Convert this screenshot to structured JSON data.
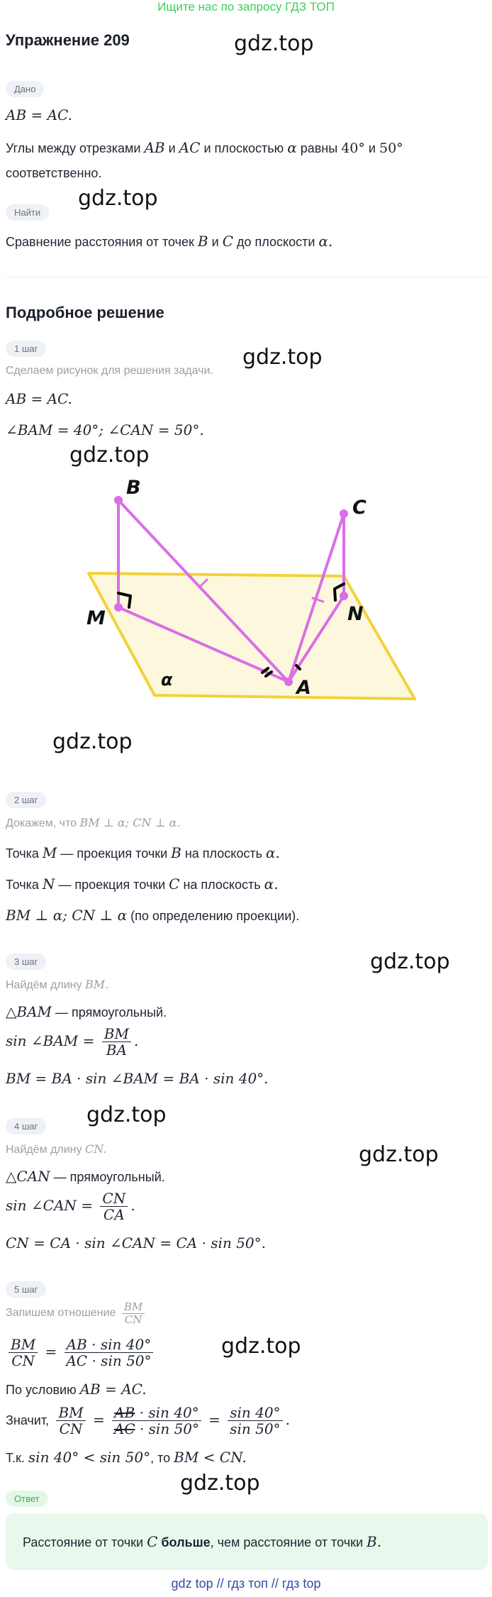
{
  "banner": "Ищите нас по запросу ГДЗ ТОП",
  "title": "Упражнение 209",
  "watermark": "gdz.top",
  "given": {
    "label": "Дано",
    "eq": "AB = AC.",
    "text_a": "Углы между отрезками",
    "seg1": "AB",
    "and1": "и",
    "seg2": "AC",
    "text_b": "и плоскостью",
    "alpha": "α",
    "text_c": "равны",
    "angle1": "40°",
    "and2": "и",
    "angle2": "50°",
    "text_d": "соответственно."
  },
  "find": {
    "label": "Найти",
    "text": "Сравнение расстояния от точек",
    "b": "B",
    "and": "и",
    "c": "C",
    "text2": "до плоскости",
    "alpha": "α."
  },
  "solution_title": "Подробное решение",
  "steps": {
    "s1": {
      "label": "1 шаг",
      "caption": "Сделаем рисунок для решения задачи.",
      "eq1": "AB = AC.",
      "eq2": "∠BAM = 40°;  ∠CAN = 50°."
    },
    "s2": {
      "label": "2 шаг",
      "caption_a": "Докажем, что",
      "caption_b": "BM ⊥ α;  CN ⊥ α.",
      "line1_a": "Точка",
      "line1_m": "M",
      "line1_b": "— проекция точки",
      "line1_pt": "B",
      "line1_c": "на плоскость",
      "line1_alpha": "α.",
      "line2_a": "Точка",
      "line2_n": "N",
      "line2_b": "— проекция точки",
      "line2_pt": "C",
      "line2_c": "на плоскость",
      "line2_alpha": "α.",
      "line3_math": "BM ⊥ α;  CN ⊥ α",
      "line3_text": "(по определению проекции)."
    },
    "s3": {
      "label": "3 шаг",
      "caption_a": "Найдём длину",
      "caption_b": "BM.",
      "tri": "△BAM",
      "tri_text": "— прямоугольный.",
      "sin_left": "sin ∠BAM =",
      "num": "BM",
      "den": "BA",
      "tail": ".",
      "eq3": "BM = BA · sin ∠BAM = BA · sin 40°."
    },
    "s4": {
      "label": "4 шаг",
      "caption_a": "Найдём длину",
      "caption_b": "CN.",
      "tri": "△CAN",
      "tri_text": "— прямоугольный.",
      "sin_left": "sin ∠CAN =",
      "num": "CN",
      "den": "CA",
      "tail": ".",
      "eq3": "CN = CA · sin ∠CAN = CA · sin 50°."
    },
    "s5": {
      "label": "5 шаг",
      "caption": "Запишем отношение",
      "cap_num": "BM",
      "cap_den": "CN",
      "f1_num": "BM",
      "f1_den": "CN",
      "eq": "=",
      "f2_num": "AB · sin 40°",
      "f2_den": "AC · sin 50°",
      "cond_a": "По условию",
      "cond_b": "AB = AC.",
      "then": "Значит,",
      "f3_num": "BM",
      "f3_den": "CN",
      "f4_num_strike": "AB",
      "f4_num_rest": "· sin 40°",
      "f4_den_strike": "AC",
      "f4_den_rest": "· sin 50°",
      "f5_num": "sin 40°",
      "f5_den": "sin 50°",
      "since_a": "Т.к.",
      "since_math": "sin 40° < sin 50°",
      "since_b": ", то",
      "since_res": "BM < CN."
    }
  },
  "answer": {
    "label": "Ответ",
    "a": "Расстояние от точки",
    "c": "C",
    "bold": "больше",
    "b": ", чем расстояние от точки",
    "pt": "B."
  },
  "figure": {
    "labels": {
      "B": "B",
      "C": "C",
      "M": "M",
      "N": "N",
      "A": "A",
      "alpha": "α"
    },
    "colors": {
      "plane_fill": "#fdf8dd",
      "plane_stroke": "#f2d23a",
      "lines": "#d96ee8"
    }
  },
  "footer": "gdz top  //  гдз топ  //  гдз top"
}
